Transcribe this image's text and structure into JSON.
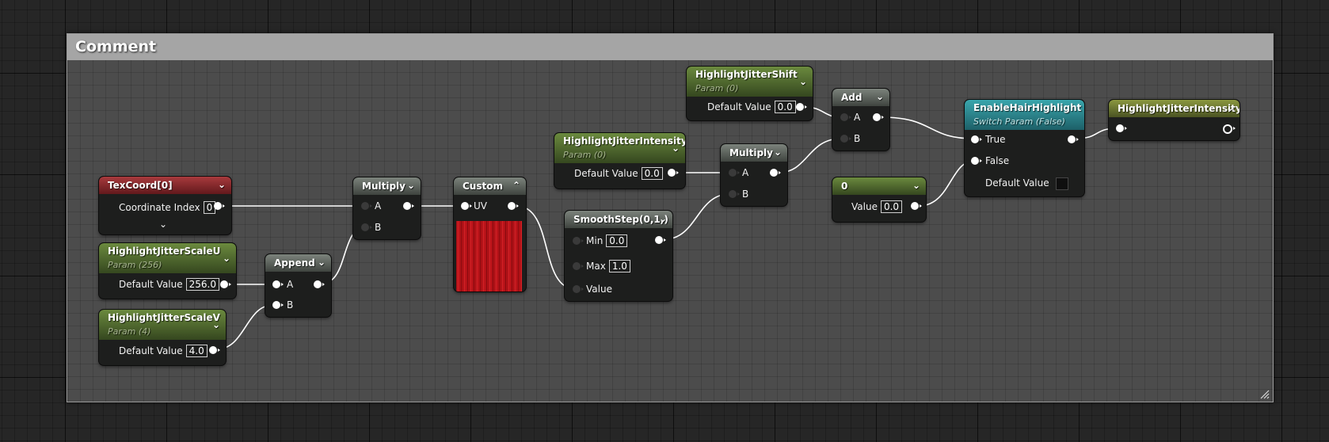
{
  "comment": {
    "title": "Comment"
  },
  "nodes": {
    "texcoord": {
      "title": "TexCoord[0]",
      "row_label": "Coordinate Index",
      "row_value": "0"
    },
    "scaleU": {
      "title": "HighlightJitterScaleU",
      "subtitle": "Param (256)",
      "row_label": "Default Value",
      "row_value": "256.0"
    },
    "scaleV": {
      "title": "HighlightJitterScaleV",
      "subtitle": "Param (4)",
      "row_label": "Default Value",
      "row_value": "4.0"
    },
    "append": {
      "title": "Append",
      "pin_a": "A",
      "pin_b": "B"
    },
    "multiply1": {
      "title": "Multiply",
      "pin_a": "A",
      "pin_b": "B"
    },
    "custom": {
      "title": "Custom",
      "pin_uv": "UV"
    },
    "intensityParam": {
      "title": "HighlightJitterIntensity",
      "subtitle": "Param (0)",
      "row_label": "Default Value",
      "row_value": "0.0"
    },
    "smoothstep": {
      "title": "SmoothStep(0,1,)",
      "min_label": "Min",
      "min_value": "0.0",
      "max_label": "Max",
      "max_value": "1.0",
      "value_label": "Value"
    },
    "multiply2": {
      "title": "Multiply",
      "pin_a": "A",
      "pin_b": "B"
    },
    "shiftParam": {
      "title": "HighlightJitterShift",
      "subtitle": "Param (0)",
      "row_label": "Default Value",
      "row_value": "0.0"
    },
    "add": {
      "title": "Add",
      "pin_a": "A",
      "pin_b": "B"
    },
    "zeroConst": {
      "title": "0",
      "row_label": "Value",
      "row_value": "0.0"
    },
    "switch": {
      "title": "EnableHairHighlight",
      "subtitle": "Switch Param (False)",
      "true_label": "True",
      "false_label": "False",
      "default_label": "Default Value"
    },
    "output": {
      "title": "HighlightJitterIntensity"
    }
  },
  "colors": {
    "param_header": "#6b8a3e",
    "texcoord_header": "#a83a3d",
    "math_header": "#7c837c",
    "switch_header": "#3aa6ad",
    "output_header": "#8b9840",
    "custom_preview": "#c4141a",
    "wire": "#ffffff"
  },
  "icons": {
    "chevron": "chevron-down-icon",
    "collapse": "chevron-up-icon",
    "resize": "resize-grip-icon"
  }
}
